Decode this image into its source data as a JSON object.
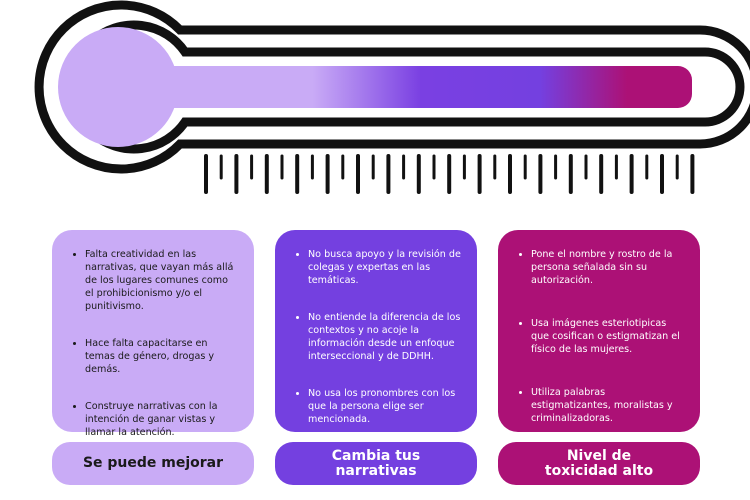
{
  "colors": {
    "light": "#c9abf6",
    "mid": "#7440e0",
    "dark": "#ac1176"
  },
  "cards": [
    {
      "title": "Se puede mejorar",
      "items": [
        "Falta creatividad en las narrativas, que vayan más allá de los lugares comunes como el prohibicionismo y/o el punitivismo.",
        "Hace falta capacitarse en temas de género, drogas y demás.",
        "Construye narrativas con la intención de ganar vistas y llamar la atención."
      ]
    },
    {
      "title": "Cambia tus narrativas",
      "items": [
        "No busca apoyo y la revisión de colegas y expertas en las temáticas.",
        "No entiende la diferencia de los contextos y no acoje la información desde un enfoque interseccional y de DDHH.",
        "No usa los pronombres con los que la persona elige ser mencionada."
      ]
    },
    {
      "title": "Nivel de toxicidad alto",
      "items": [
        "Pone el nombre y rostro de la persona señalada sin su autorización.",
        "Usa imágenes esteriotipicas que cosifican o estigmatizan el físico de las mujeres.",
        "Utiliza palabras estigmatizantes, moralistas y criminalizadoras."
      ]
    }
  ]
}
